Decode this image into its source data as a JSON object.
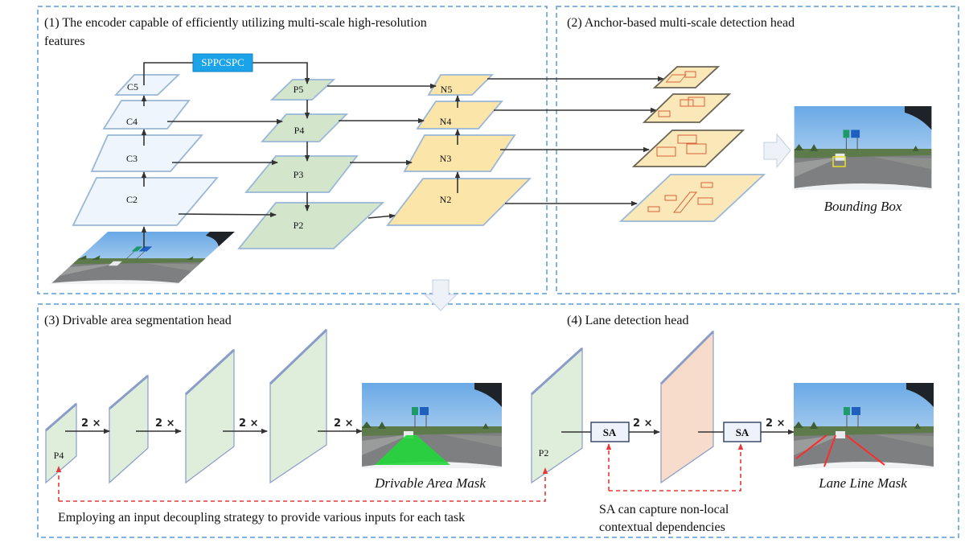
{
  "panels": {
    "encoder": {
      "title_line1": "(1) The encoder capable of efficiently utilizing multi-scale high-resolution",
      "title_line2": "features"
    },
    "detection": {
      "title": "(2) Anchor-based multi-scale detection head",
      "caption": "Bounding Box"
    },
    "drivable": {
      "title": "(3) Drivable area segmentation head",
      "caption": "Drivable Area Mask",
      "input_label": "P4"
    },
    "lane": {
      "title": "(4) Lane detection head",
      "caption": "Lane Line Mask",
      "input_label": "P2",
      "sa_label": "SA"
    }
  },
  "encoder": {
    "sppcspc": "SPPCSPC",
    "backbone": [
      "C2",
      "C3",
      "C4",
      "C5"
    ],
    "fpn": [
      "P2",
      "P3",
      "P4",
      "P5"
    ],
    "pan": [
      "N2",
      "N3",
      "N4",
      "N5"
    ]
  },
  "upsample_label": "2 ×",
  "notes": {
    "decoupling": "Employing an input decoupling strategy to provide various  inputs for each task",
    "sa_line1": "SA can capture non-local",
    "sa_line2": "contextual dependencies"
  },
  "colors": {
    "panel_border": "#5b9bd5",
    "sppcspc": "#1aa3e8",
    "backbone": "#eef5fc",
    "fpn": "#d3e6cc",
    "pan": "#fbe5a9",
    "lane_feature": "#f8dccb",
    "dashed_link": "#e53935"
  }
}
